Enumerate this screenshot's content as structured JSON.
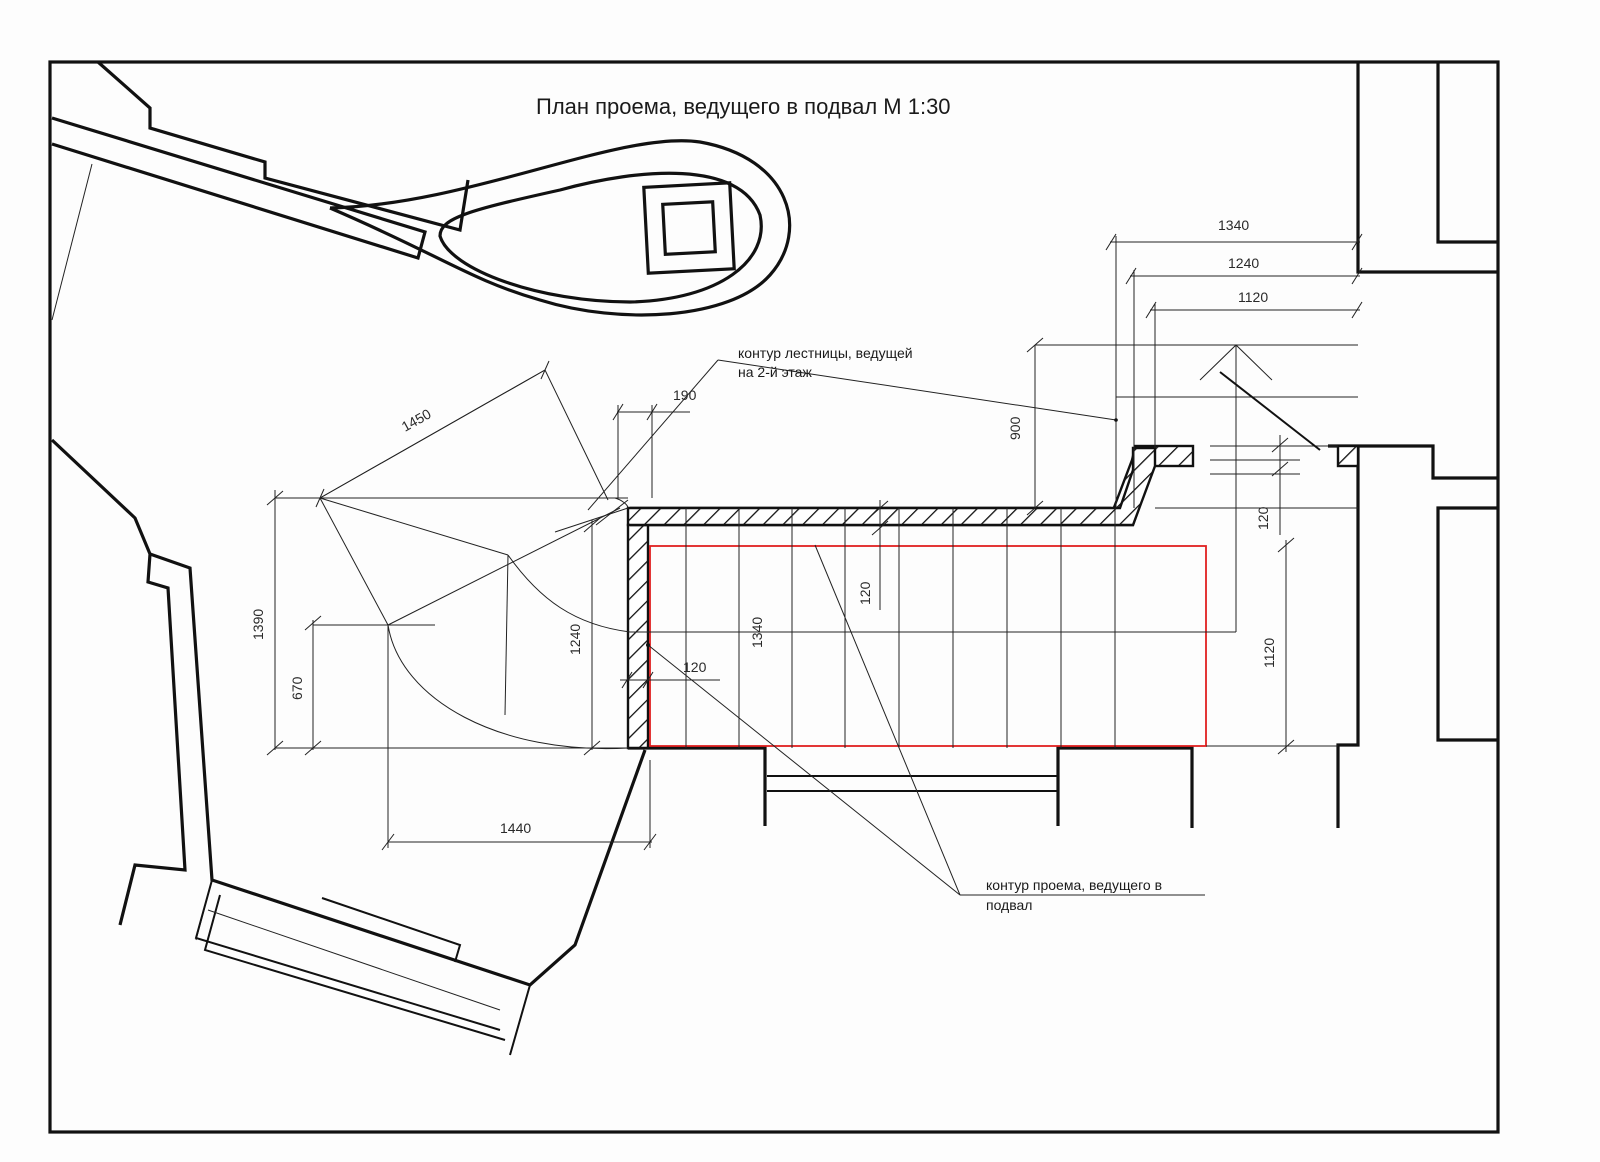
{
  "title": "План проема, ведущего в подвал М 1:30",
  "dimensions": {
    "top_1340": "1340",
    "top_1240": "1240",
    "top_1120": "1120",
    "d900": "900",
    "d190": "190",
    "d1450": "1450",
    "d1390": "1390",
    "d670": "670",
    "d1240_left": "1240",
    "d1340_mid": "1340",
    "d120_inner": "120",
    "d120_vert": "120",
    "d120_right": "120",
    "d1120_right": "1120",
    "d1440": "1440"
  },
  "labels": {
    "stair_line1": "контур лестницы, ведущей",
    "stair_line2": "на 2-й этаж",
    "opening_line1": "контур проема, ведущего в",
    "opening_line2": "подвал"
  },
  "colors": {
    "outline": "#111111",
    "opening_contour": "#e02020"
  }
}
